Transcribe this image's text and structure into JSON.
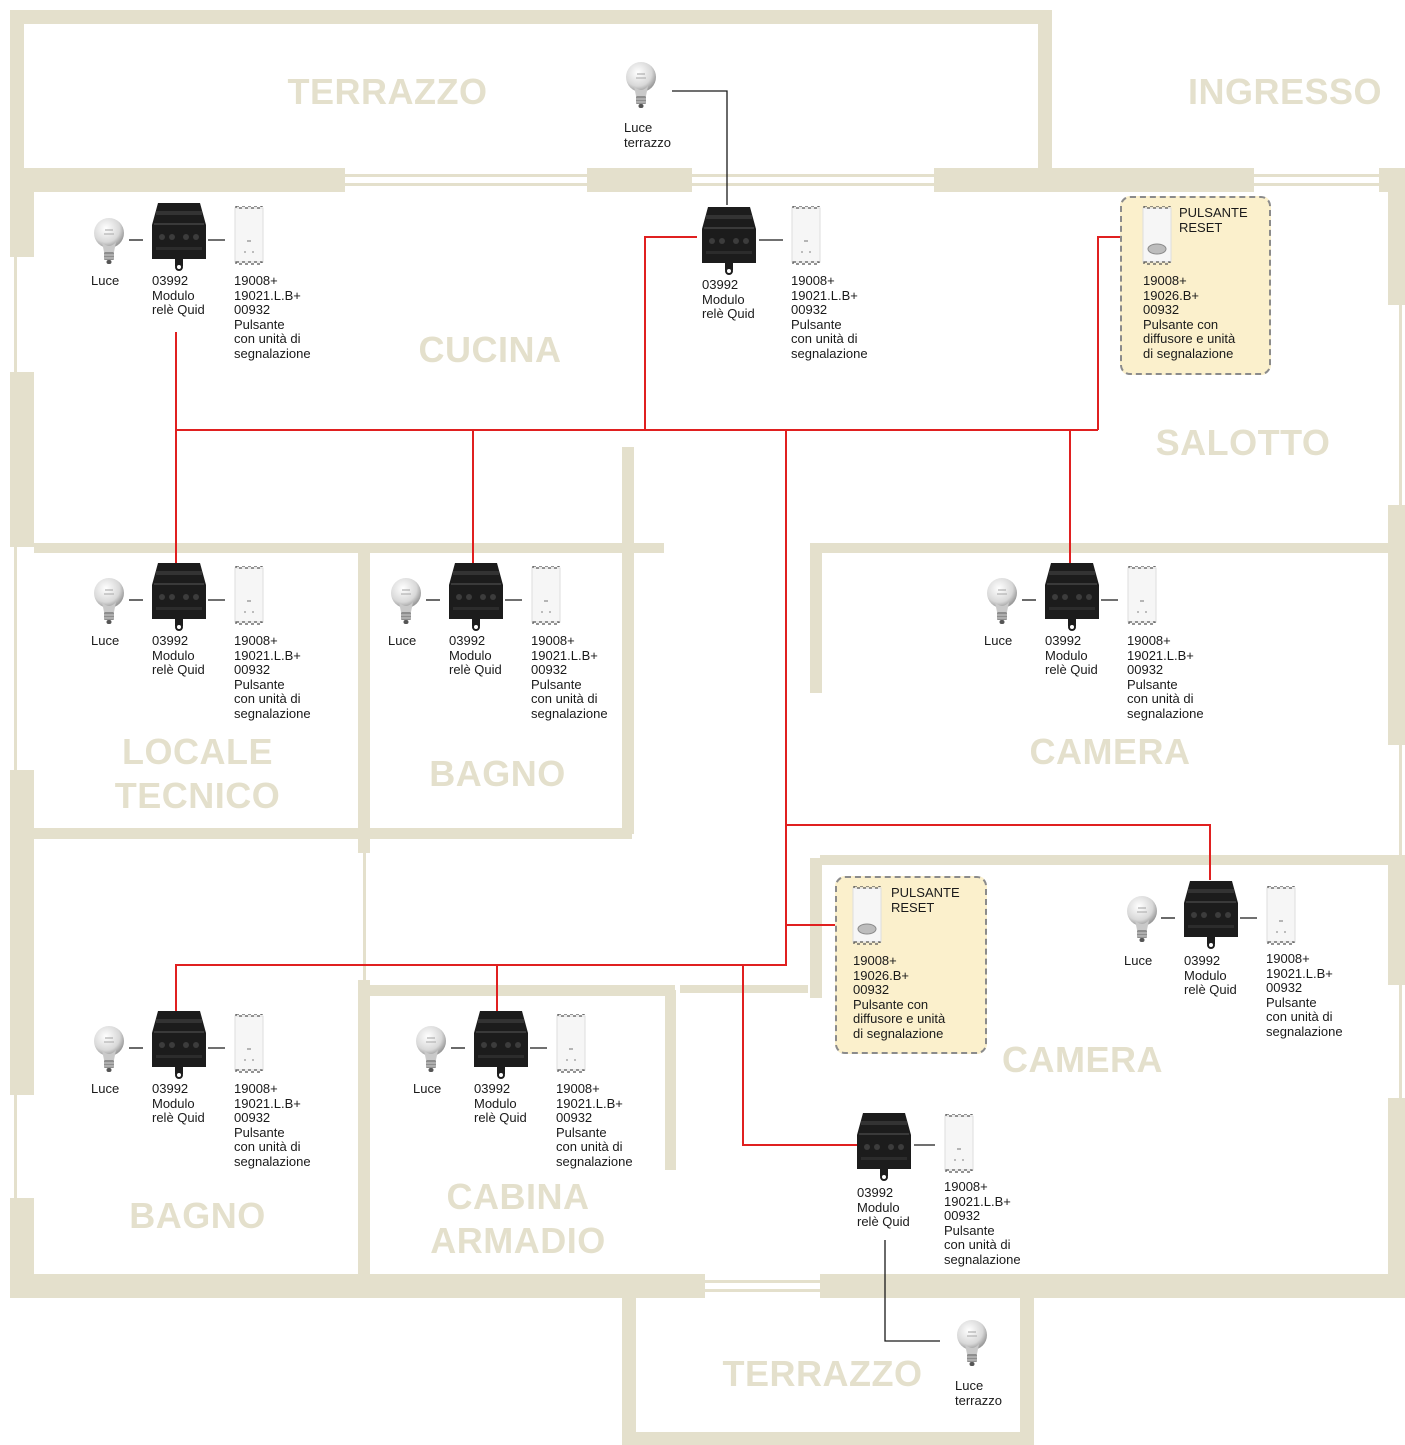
{
  "colors": {
    "wall": "#e4e0cc",
    "bus_wire": "#e02020",
    "load_wire": "#1a1a1a",
    "reset_box_fill": "#fbf0cc",
    "reset_box_border": "#8b8b8b"
  },
  "rooms": {
    "terrazzo_top": "TERRAZZO",
    "ingresso": "INGRESSO",
    "cucina": "CUCINA",
    "salotto": "SALOTTO",
    "locale_tecnico": "LOCALE\nTECNICO",
    "bagno_center": "BAGNO",
    "camera_upper": "CAMERA",
    "camera_lower": "CAMERA",
    "bagno_lower": "BAGNO",
    "cabina_armadio": "CABINA\nARMADIO",
    "terrazzo_bottom": "TERRAZZO"
  },
  "labels": {
    "luce": "Luce",
    "luce_terrazzo": "Luce\nterrazzo",
    "relay_module": "03992\nModulo\nrelè Quid",
    "button_std": "19008+\n19021.L.B+\n00932\nPulsante\ncon unità di\nsegnalazione",
    "reset_title": "PULSANTE\nRESET",
    "button_reset": "19008+\n19026.B+\n00932\nPulsante con\ndiffusore e unità\ndi segnalazione"
  },
  "icons": {
    "bulb": "light-bulb-icon",
    "relay": "relay-module-icon",
    "switch": "push-button-icon"
  }
}
